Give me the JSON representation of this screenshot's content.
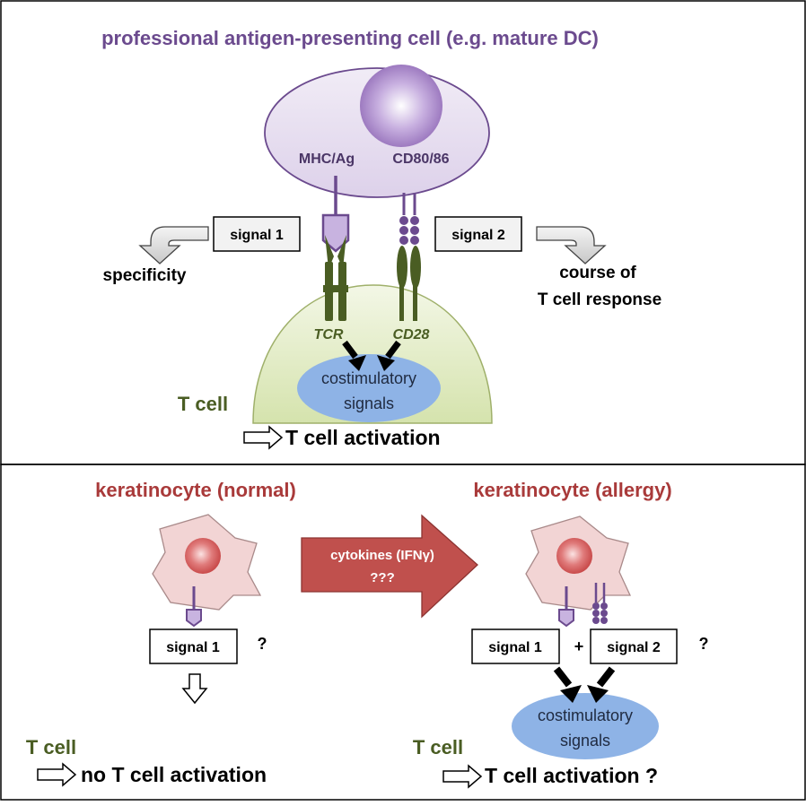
{
  "top_panel": {
    "title": "professional antigen-presenting cell (e.g. mature DC)",
    "mhc_label": "MHC/Ag",
    "cd80_label": "CD80/86",
    "signal1_label": "signal 1",
    "signal2_label": "signal 2",
    "specificity_label": "specificity",
    "course_line1": "course of",
    "course_line2": "T cell response",
    "tcr_label": "TCR",
    "cd28_label": "CD28",
    "costim_line1": "costimulatory",
    "costim_line2": "signals",
    "tcell_label": "T cell",
    "activation_label": "T cell activation"
  },
  "bottom_left": {
    "title": "keratinocyte (normal)",
    "signal1_label": "signal 1",
    "question": "?",
    "tcell_label": "T cell",
    "result_label": "no T cell activation"
  },
  "middle_arrow": {
    "line1": "cytokines (IFNγ)",
    "line2": "???"
  },
  "bottom_right": {
    "title": "keratinocyte (allergy)",
    "signal1_label": "signal 1",
    "plus": "+",
    "signal2_label": "signal 2",
    "question": "?",
    "costim_line1": "costimulatory",
    "costim_line2": "signals",
    "tcell_label": "T cell",
    "result_label": "T cell activation ?"
  },
  "colors": {
    "apc_title": "#6b4a8e",
    "apc_fill": "#e4dbee",
    "nucleus_purple": "#b79ad3",
    "receptor_purple": "#6b4a8e",
    "tcell_green": "#4a5d23",
    "tcell_fill": "#dfe9c4",
    "costim_blue": "#8eb3e6",
    "keratinocyte_title": "#a93a3a",
    "keratinocyte_fill": "#f2d4d4",
    "nucleus_red": "#d25a5a",
    "cytokine_arrow": "#c0504d"
  }
}
